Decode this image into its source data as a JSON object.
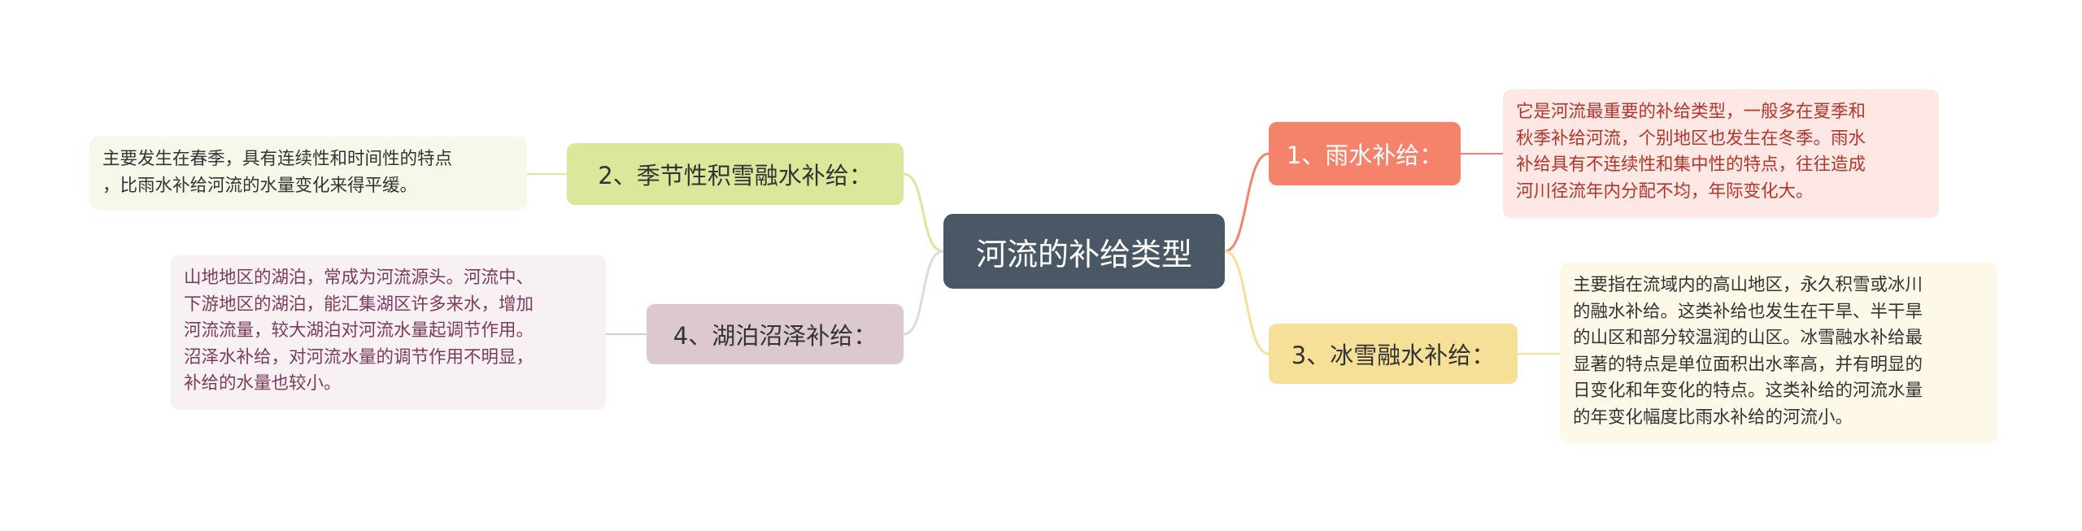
{
  "center": {
    "label": "河流的补给类型"
  },
  "branches": [
    {
      "label": "1、雨水补给：",
      "color": "#f5826a",
      "detail": [
        "它是河流最重要的补给类型，一般多在夏季和",
        "秋季补给河流，个别地区也发生在冬季。雨水",
        "补给具有不连续性和集中性的特点，往往造成",
        "河川径流年内分配不均，年际变化大。"
      ]
    },
    {
      "label": "2、季节性积雪融水补给：",
      "color": "#d9e89b",
      "detail": [
        "主要发生在春季，具有连续性和时间性的特点",
        "，比雨水补给河流的水量变化来得平缓。"
      ]
    },
    {
      "label": "3、冰雪融水补给：",
      "color": "#f6df96",
      "detail": [
        "主要指在流域内的高山地区，永久积雪或冰川",
        "的融水补给。这类补给也发生在干旱、半干旱",
        "的山区和部分较温润的山区。冰雪融水补给最",
        "显著的特点是单位面积出水率高，并有明显的",
        "日变化和年变化的特点。这类补给的河流水量",
        "的年变化幅度比雨水补给的河流小。"
      ]
    },
    {
      "label": "4、湖泊沼泽补给：",
      "color": "#dcc8d1",
      "detail": [
        "山地地区的湖泊，常成为河流源头。河流中、",
        "下游地区的湖泊，能汇集湖区许多来水，增加",
        "河流流量，较大湖泊对河流水量起调节作用。",
        "沼泽水补给，对河流水量的调节作用不明显，",
        "补给的水量也较小。"
      ]
    }
  ]
}
